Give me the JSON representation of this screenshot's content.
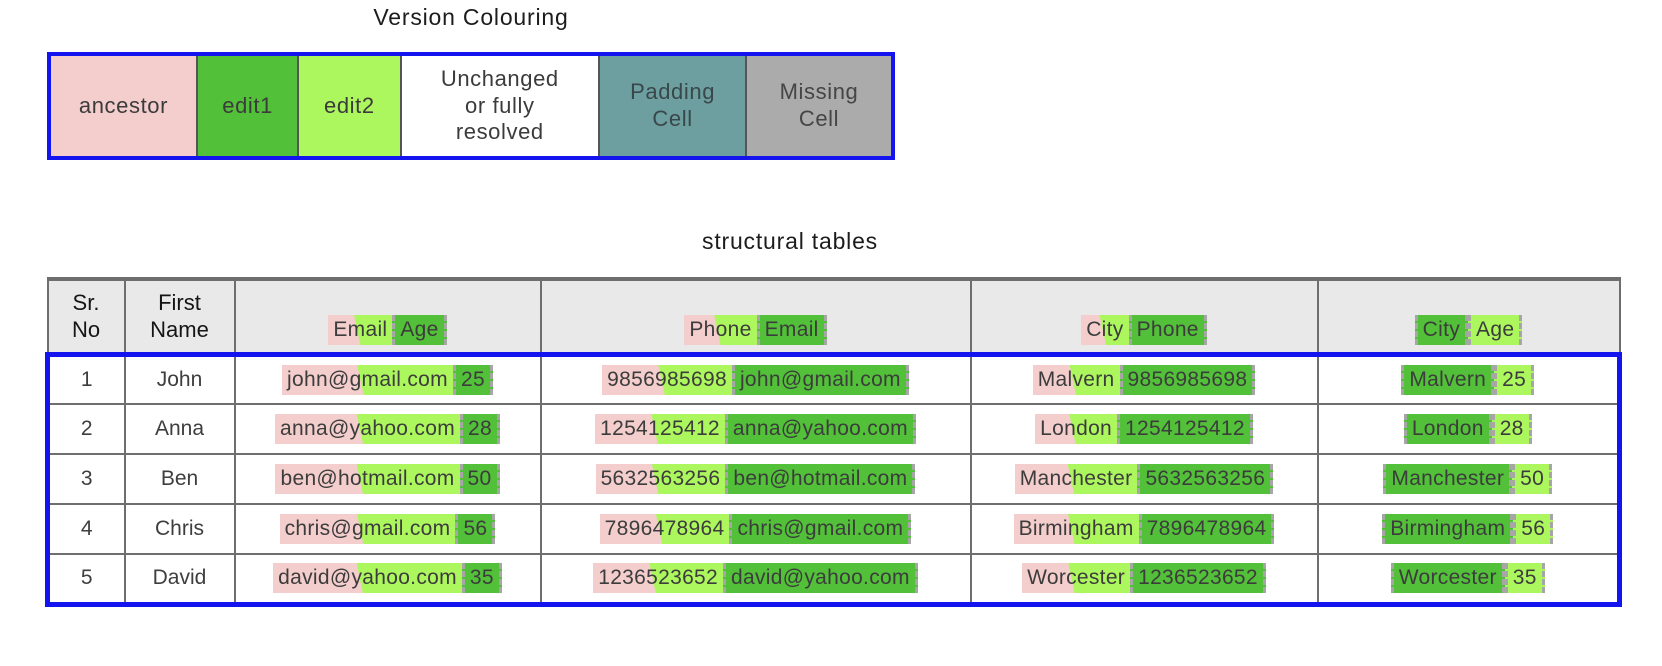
{
  "colors": {
    "ancestor": "#f3cecd",
    "edit1": "#52c038",
    "edit2": "#adf75e",
    "unchanged": "#ffffff",
    "padding_cell": "#6d9fa1",
    "missing_cell": "#ababab",
    "highlight_border": "#1414ee",
    "grid_border": "#6e6e6e",
    "header_bg": "#e9e9e9"
  },
  "legend": {
    "title": "Version Colouring",
    "items": [
      {
        "label": "ancestor"
      },
      {
        "label": "edit1"
      },
      {
        "label": "edit2"
      },
      {
        "label": "Unchanged\nor fully\nresolved"
      },
      {
        "label": "Padding\nCell"
      },
      {
        "label": "Missing\nCell"
      }
    ]
  },
  "table": {
    "title": "structural tables",
    "columns": {
      "sr_no": "Sr.\nNo",
      "first_name": "First\nName",
      "email_age": {
        "a": "Email",
        "b": "Age"
      },
      "phone_email": {
        "a": "Phone",
        "b": "Email"
      },
      "city_phone": {
        "a": "City",
        "b": "Phone"
      },
      "city_age": {
        "a": "City",
        "b": "Age"
      }
    },
    "rows": [
      {
        "sr": "1",
        "first_name": "John",
        "email_age": {
          "a": "john@gmail.com",
          "b": "25"
        },
        "phone_email": {
          "a": "9856985698",
          "b": "john@gmail.com"
        },
        "city_phone": {
          "a": "Malvern",
          "b": "9856985698"
        },
        "city_age": {
          "a": "Malvern",
          "b": "25"
        }
      },
      {
        "sr": "2",
        "first_name": "Anna",
        "email_age": {
          "a": "anna@yahoo.com",
          "b": "28"
        },
        "phone_email": {
          "a": "1254125412",
          "b": "anna@yahoo.com"
        },
        "city_phone": {
          "a": "London",
          "b": "1254125412"
        },
        "city_age": {
          "a": "London",
          "b": "28"
        }
      },
      {
        "sr": "3",
        "first_name": "Ben",
        "email_age": {
          "a": "ben@hotmail.com",
          "b": "50"
        },
        "phone_email": {
          "a": "5632563256",
          "b": "ben@hotmail.com"
        },
        "city_phone": {
          "a": "Manchester",
          "b": "5632563256"
        },
        "city_age": {
          "a": "Manchester",
          "b": "50"
        }
      },
      {
        "sr": "4",
        "first_name": "Chris",
        "email_age": {
          "a": "chris@gmail.com",
          "b": "56"
        },
        "phone_email": {
          "a": "7896478964",
          "b": "chris@gmail.com"
        },
        "city_phone": {
          "a": "Birmingham",
          "b": "7896478964"
        },
        "city_age": {
          "a": "Birmingham",
          "b": "56"
        }
      },
      {
        "sr": "5",
        "first_name": "David",
        "email_age": {
          "a": "david@yahoo.com",
          "b": "35"
        },
        "phone_email": {
          "a": "1236523652",
          "b": "david@yahoo.com"
        },
        "city_phone": {
          "a": "Worcester",
          "b": "1236523652"
        },
        "city_age": {
          "a": "Worcester",
          "b": "35"
        }
      }
    ]
  }
}
